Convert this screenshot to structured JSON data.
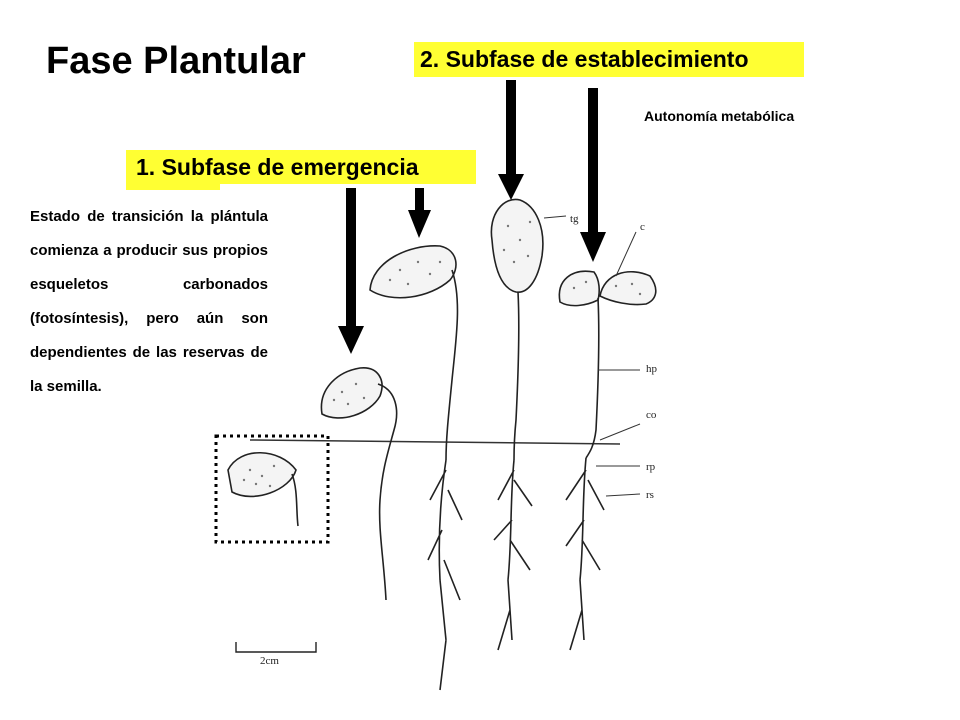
{
  "title": "Fase Plantular",
  "phases": [
    {
      "label": "1. Subfase de emergencia"
    },
    {
      "label": "2. Subfase de establecimiento"
    }
  ],
  "note": "Autonomía metabólica",
  "description": "Estado de transición la plántula comienza a producir sus propios esqueletos carbonados (fotosíntesis), pero aún son dependientes de las reservas de la semilla.",
  "figure_labels": [
    "tg",
    "c",
    "hp",
    "co",
    "rp",
    "rs"
  ],
  "scale_label": "2cm",
  "colors": {
    "highlight": "#ffff33",
    "arrow": "#000000"
  }
}
